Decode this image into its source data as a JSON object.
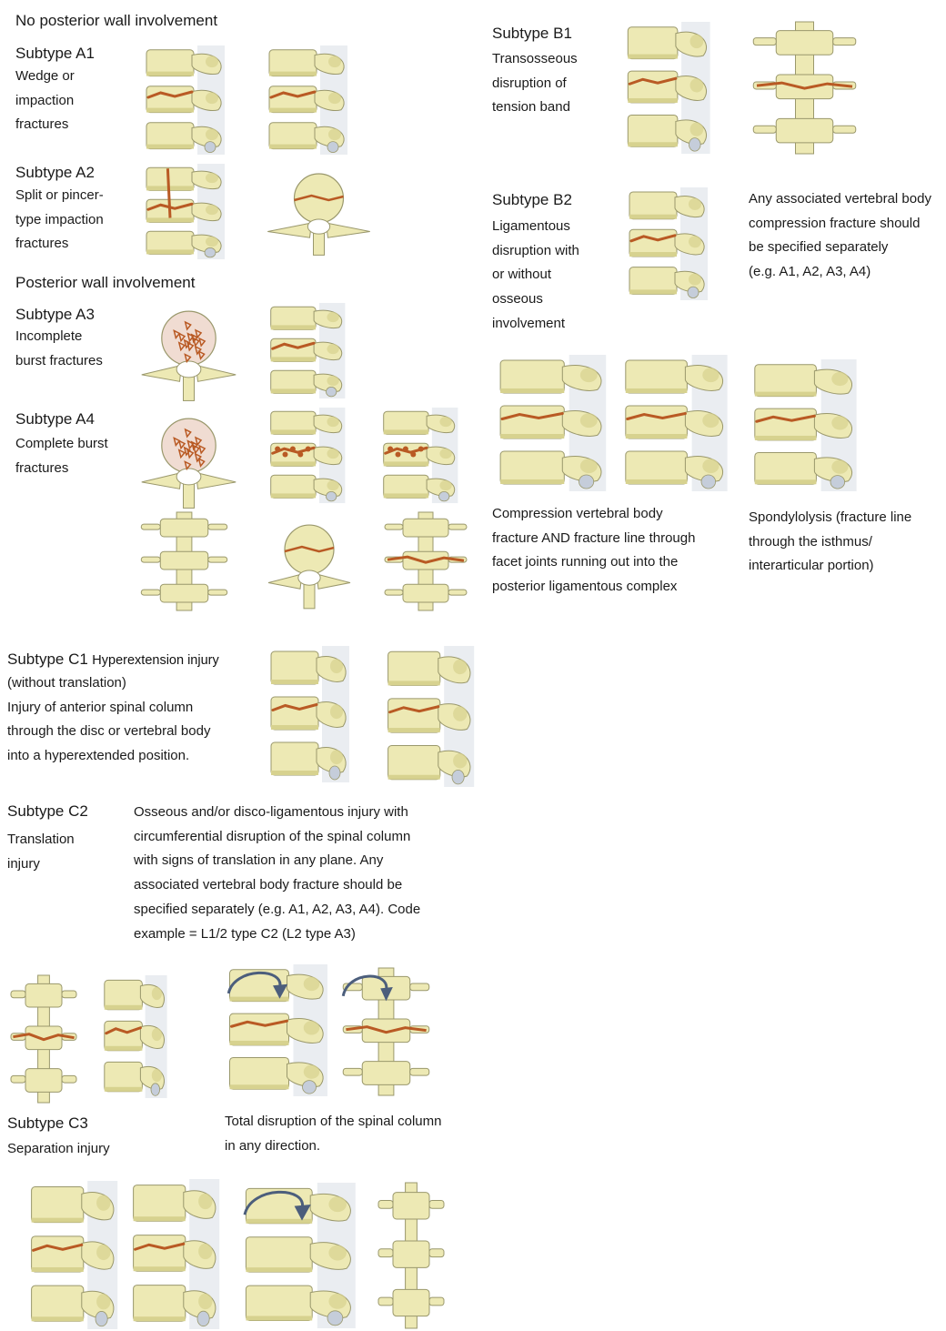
{
  "colors": {
    "bone": "#ede9b4",
    "bone_dark": "#d7d28f",
    "outline": "#9a986c",
    "fracture": "#b95a24",
    "shadow": "#d8dee6",
    "disc": "#c5cdda",
    "arrow": "#4c5e7c"
  },
  "icons": {
    "lateral": "lateral-vertebra-icon",
    "axial": "axial-vertebra-icon",
    "anterior": "anterior-vertebra-icon"
  },
  "sections": {
    "no_posterior": "No posterior wall involvement",
    "posterior": "Posterior wall involvement"
  },
  "a1": {
    "title": "Subtype A1",
    "lines": [
      "Wedge or",
      "impaction",
      "fractures"
    ]
  },
  "a2": {
    "title": "Subtype A2",
    "lines": [
      "Split or pincer-",
      "type impaction",
      "fractures"
    ]
  },
  "a3": {
    "title": "Subtype A3",
    "lines": [
      "Incomplete",
      "burst fractures"
    ]
  },
  "a4": {
    "title": "Subtype A4",
    "lines": [
      "Complete burst",
      "fractures"
    ]
  },
  "b1": {
    "title": "Subtype B1",
    "lines": [
      "Transosseous",
      "disruption of",
      "tension band"
    ]
  },
  "b2": {
    "title": "Subtype B2",
    "lines": [
      "Ligamentous",
      "disruption with",
      "or without",
      "osseous",
      "involvement"
    ],
    "note": [
      "Any associated vertebral body",
      "compression fracture should",
      "be specified separately",
      "(e.g. A1, A2, A3, A4)"
    ]
  },
  "b_captions": {
    "compression": [
      "Compression vertebral body",
      "fracture AND fracture line through",
      "facet joints running out into the",
      "posterior ligamentous complex"
    ],
    "spondylolysis": [
      "Spondylolysis (fracture line",
      "through the isthmus/",
      "interarticular portion)"
    ]
  },
  "c1": {
    "title": "Subtype C1",
    "inline": "Hyperextension injury",
    "lines": [
      "(without translation)",
      "Injury of anterior spinal column",
      "through the disc or vertebral body",
      "into a hyperextended position."
    ]
  },
  "c2": {
    "title": "Subtype C2",
    "lines": [
      "Translation",
      "injury"
    ],
    "desc": [
      "Osseous and/or disco-ligamentous injury with",
      "circumferential disruption of the spinal column",
      "with signs of translation in any plane. Any",
      "associated vertebral body fracture should be",
      "specified separately (e.g. A1, A2, A3, A4). Code",
      "example = L1/2 type C2 (L2 type A3)"
    ]
  },
  "c3": {
    "title": "Subtype C3",
    "lines": [
      "Separation injury"
    ],
    "desc": [
      "Total disruption of the spinal column",
      "in any direction."
    ]
  }
}
